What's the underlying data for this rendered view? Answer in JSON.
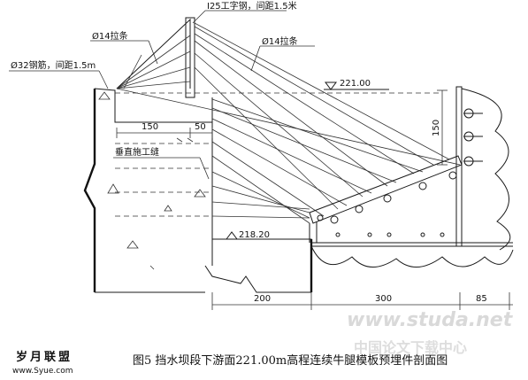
{
  "labels": {
    "i_beam": "I25工字钢，间距1.5米",
    "tie_rod_left": "Ø14拉条",
    "tie_rod_right": "Ø14拉条",
    "steel_pipe": "Ø32钢筋，间距1.5m",
    "elev_top": "221.00",
    "elev_bottom": "218.20",
    "construction_joint": "垂直施工缝",
    "dim_150_h": "150",
    "dim_50": "50",
    "dim_150_v": "150",
    "dim_200": "200",
    "dim_300": "300",
    "dim_85": "85"
  },
  "caption": "图5  挡水坝段下游面221.00m高程连续牛腿模板预埋件剖面图",
  "watermark": {
    "site": "www.studa.net",
    "cn": "中国论文下载中心"
  },
  "logo": {
    "name": "岁月联盟",
    "url": "www.Syue.com"
  }
}
